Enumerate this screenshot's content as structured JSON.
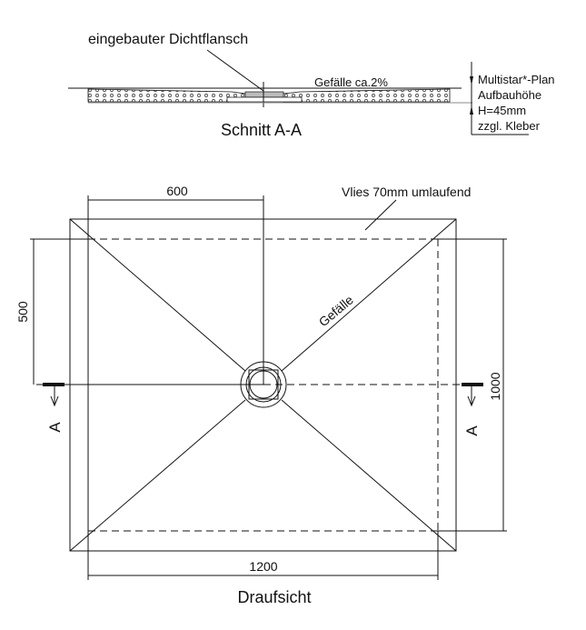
{
  "section": {
    "flange_label": "eingebauter Dichtflansch",
    "slope_label": "Gefälle ca.2%",
    "title": "Schnitt A-A",
    "spec_lines": [
      "Multistar*-Plan",
      "Aufbauhöhe",
      "H=45mm",
      "zzgl. Kleber"
    ]
  },
  "plan": {
    "title": "Draufsicht",
    "fleece_label": "Vlies 70mm umlaufend",
    "slope_label": "Gefälle",
    "dim_600": "600",
    "dim_500": "500",
    "dim_1000": "1000",
    "dim_1200": "1200",
    "section_marker_left": "A",
    "section_marker_right": "A"
  }
}
